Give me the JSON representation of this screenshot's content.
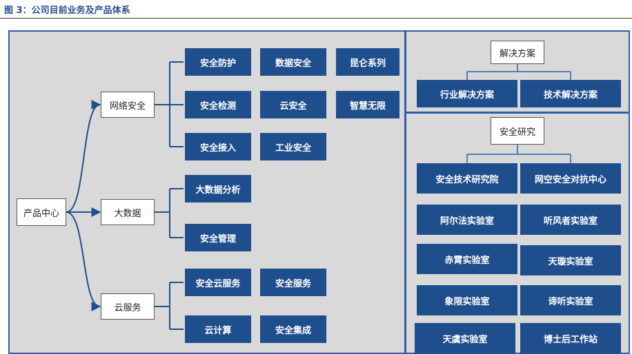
{
  "figure": {
    "title": "图 3：公司目前业务及产品体系"
  },
  "colors": {
    "accent": "#2a4f8f",
    "node_fill": "#1f4e8c",
    "panel_bg": "#d9d9d9",
    "panel_border": "#2b5fa8"
  },
  "product_center": {
    "root": "产品中心",
    "network_security": {
      "label": "网络安全",
      "items": [
        "安全防护",
        "数据安全",
        "昆仑系列",
        "安全检测",
        "云安全",
        "智慧无限",
        "安全接入",
        "工业安全"
      ]
    },
    "big_data": {
      "label": "大数据",
      "items": [
        "大数据分析",
        "安全管理"
      ]
    },
    "cloud_service": {
      "label": "云服务",
      "items": [
        "安全云服务",
        "安全服务",
        "云计算",
        "安全集成"
      ]
    }
  },
  "solutions": {
    "title": "解决方案",
    "items": [
      "行业解决方案",
      "技术解决方案"
    ]
  },
  "research": {
    "title": "安全研究",
    "items": [
      "安全技术研究院",
      "网空安全对抗中心",
      "阿尔法实验室",
      "听风者实验室",
      "赤霄实验室",
      "天璇实验室",
      "象限实验室",
      "谛听实验室",
      "天虞实验室",
      "博士后工作站"
    ]
  }
}
